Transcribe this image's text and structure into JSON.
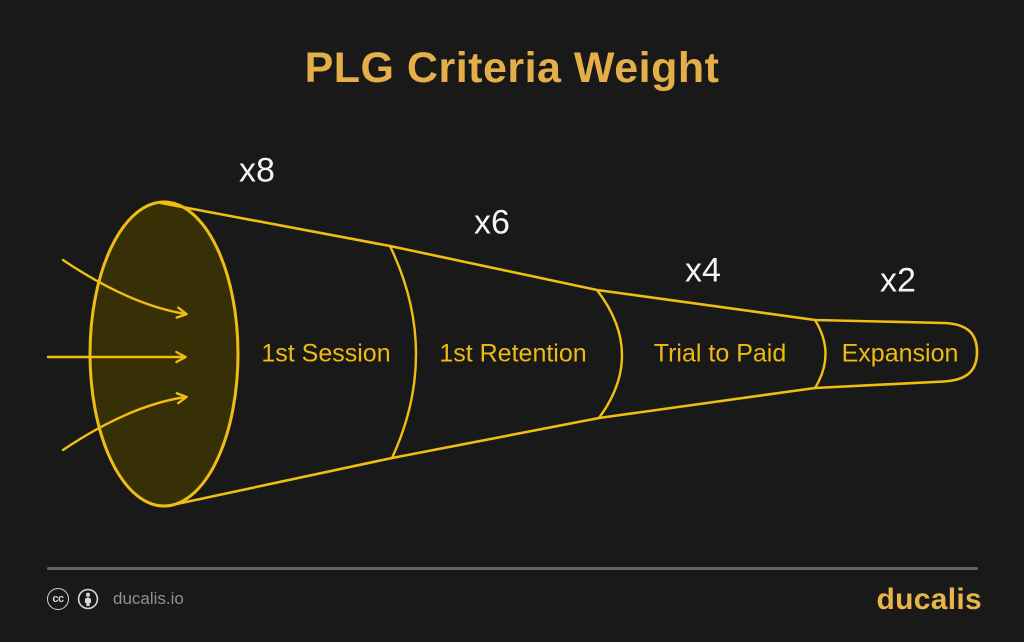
{
  "title": "PLG Criteria Weight",
  "funnel": {
    "description": "Horizontal funnel with four stages, each with a criteria weight multiplier",
    "stages": [
      {
        "label": "1st Session",
        "weight": "x8"
      },
      {
        "label": "1st Retention",
        "weight": "x6"
      },
      {
        "label": "Trial to Paid",
        "weight": "x4"
      },
      {
        "label": "Expansion",
        "weight": "x2"
      }
    ],
    "inflow_arrows": 3
  },
  "footer": {
    "cc_glyph": "cc",
    "site": "ducalis.io",
    "brand": "ducalis"
  },
  "icons": {
    "license": [
      "cc-icon",
      "attribution-icon"
    ]
  },
  "colors": {
    "background": "#191919",
    "funnel_stroke": "#EFBE12",
    "funnel_mouth_fill": "#372F06",
    "title_gold": "#E4AF49",
    "stage_label_gold": "#EEBB10",
    "weight_white": "#F4F4F4",
    "divider_gray": "#5E646E",
    "footer_text_gray": "#8F9095",
    "brand_gold": "#E9B54A"
  }
}
